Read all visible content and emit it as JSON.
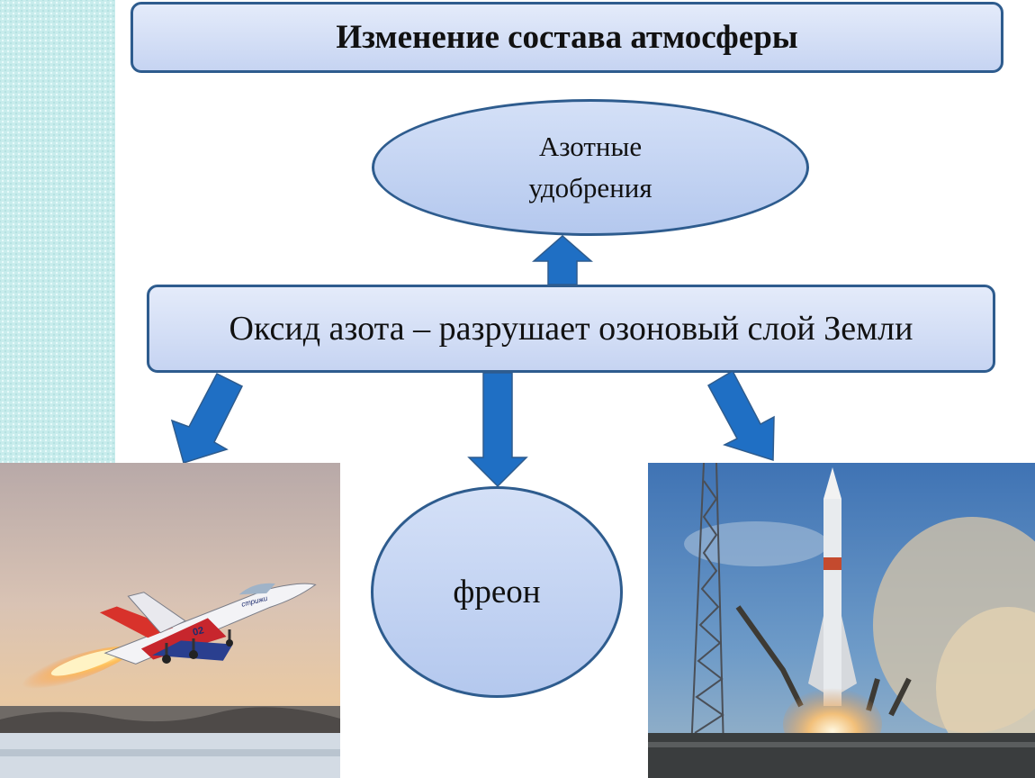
{
  "title": "Изменение состава атмосферы",
  "main": "Оксид азота – разрушает озоновый слой Земли",
  "nodes": {
    "fertilizers_line1": "Азотные",
    "fertilizers_line2": "удобрения",
    "freon": "фреон"
  },
  "images": {
    "jet_label": "стрижи",
    "jet_number": "02"
  },
  "colors": {
    "border": "#2e5c8e",
    "arrow": "#1f6fc4",
    "box_fill": "#c6d4f2"
  }
}
